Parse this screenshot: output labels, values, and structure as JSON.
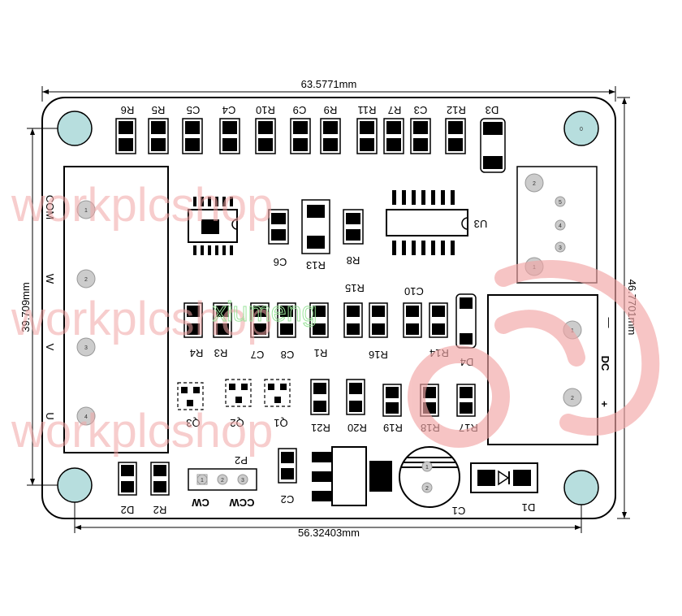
{
  "dimensions": {
    "width_top": "63.5771mm",
    "width_bottom": "56.32403mm",
    "height_left": "39.709mm",
    "height_right": "46.7701mm"
  },
  "components": {
    "R6": "R6",
    "R5": "R5",
    "C5": "C5",
    "C4": "C4",
    "R10": "R10",
    "C9": "C9",
    "R9": "R9",
    "R11": "R11",
    "R7": "R7",
    "C3": "C3",
    "R12": "R12",
    "D3": "D3",
    "U3": "U3",
    "C6": "C6",
    "R13": "R13",
    "R8": "R8",
    "R15": "R15",
    "C10": "C10",
    "R4": "R4",
    "R3": "R3",
    "C7": "C7",
    "C8": "C8",
    "R1": "R1",
    "R16": "R16",
    "R14": "R14",
    "D4": "D4",
    "Q3": "Q3",
    "Q2": "Q2",
    "Q1": "Q1",
    "R21": "R21",
    "R20": "R20",
    "R19": "R19",
    "R18": "R18",
    "R17": "R17",
    "P2": "P2",
    "CCW": "CCW",
    "CW": "CW",
    "C2": "C2",
    "C1": "C1",
    "D1": "D1",
    "D2": "D2",
    "R2": "R2"
  },
  "connectors": {
    "left": [
      "COM",
      "W",
      "V",
      "U"
    ],
    "left_pins": [
      "1",
      "2",
      "3",
      "4"
    ],
    "dc_label": "DC",
    "dc_minus": "—",
    "dc_plus": "+",
    "dc_pins": [
      "1",
      "2"
    ],
    "right_small_pins": [
      "2",
      "5",
      "4",
      "3",
      "1"
    ],
    "p2_pins": [
      "1",
      "2",
      "3"
    ],
    "c1_pins": [
      "1",
      "2"
    ]
  },
  "holes": [
    "0"
  ],
  "watermark": {
    "text": "workplcshop",
    "overlay": "xiumeng"
  },
  "colors": {
    "board_outline": "#000000",
    "pad_fill": "#000000",
    "hole_fill": "#b7dede",
    "watermark": "#f2a6a6"
  }
}
